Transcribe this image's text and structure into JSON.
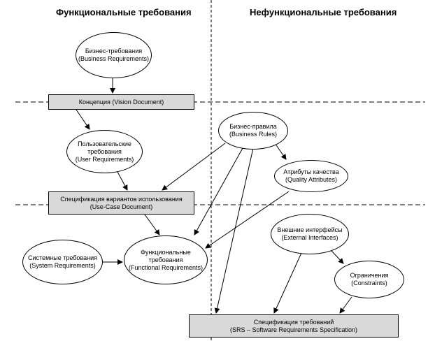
{
  "headers": {
    "functional": "Функциональные требования",
    "nonfunctional": "Нефункциональные требования"
  },
  "nodes": {
    "business_requirements": {
      "line1": "Бизнес-требования",
      "line2": "(Business Requirements)"
    },
    "vision_document": {
      "line1": "Концепция (Vision Document)"
    },
    "user_requirements": {
      "line1": "Пользовательские",
      "line2": "требования",
      "line3": "(User Requirements)"
    },
    "use_case_document": {
      "line1": "Спецификация вариантов использования",
      "line2": "(Use-Case Document)"
    },
    "system_requirements": {
      "line1": "Системные требования",
      "line2": "(System Requirements)"
    },
    "functional_requirements": {
      "line1": "Функциональные",
      "line2": "требования",
      "line3": "(Functional Requirements)"
    },
    "business_rules": {
      "line1": "Бизнес-правила",
      "line2": "(Business Rules)"
    },
    "quality_attributes": {
      "line1": "Атрибуты качества",
      "line2": "(Quality Attributes)"
    },
    "external_interfaces": {
      "line1": "Внешние интерфейсы",
      "line2": "(External Interfaces)"
    },
    "constraints": {
      "line1": "Ограничения",
      "line2": "(Constraints)"
    },
    "srs": {
      "line1": "Спецификация требований",
      "line2": "(SRS – Software Requirements Specification)"
    }
  },
  "colors": {
    "box_fill": "#d9d9d9",
    "ellipse_fill": "#ffffff",
    "line": "#000000"
  }
}
